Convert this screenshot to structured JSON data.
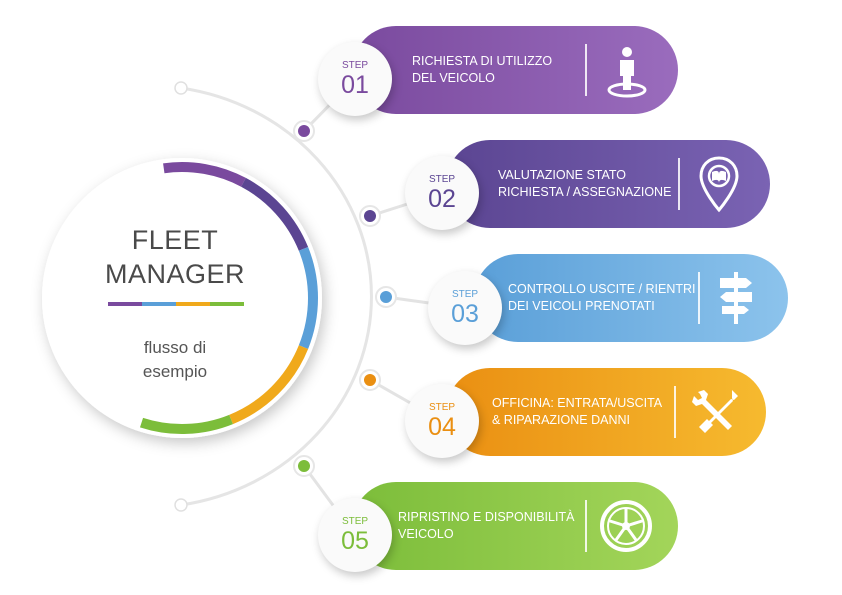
{
  "center": {
    "title_line1": "FLEET",
    "title_line2": "MANAGER",
    "subtitle_line1": "flusso di",
    "subtitle_line2": "esempio"
  },
  "steps": [
    {
      "label": "STEP",
      "number": "01",
      "line1": "RICHIESTA DI UTILIZZO",
      "line2": "DEL VEICOLO",
      "icon": "person-on-spot-icon",
      "color": "#7a4a9e",
      "color_light": "#9a6cbd"
    },
    {
      "label": "STEP",
      "number": "02",
      "line1": "VALUTAZIONE STATO",
      "line2": "RICHIESTA / ASSEGNAZIONE",
      "icon": "map-pin-book-icon",
      "color": "#5b4592",
      "color_light": "#7a63b3"
    },
    {
      "label": "STEP",
      "number": "03",
      "line1": "CONTROLLO USCITE / RIENTRI",
      "line2": "DEI VEICOLI PRENOTATI",
      "icon": "signpost-icon",
      "color": "#5a9fd8",
      "color_light": "#8cc3ec"
    },
    {
      "label": "STEP",
      "number": "04",
      "line1": "OFFICINA: ENTRATA/USCITA",
      "line2": "& RIPARAZIONE DANNI",
      "icon": "wrench-screwdriver-icon",
      "color": "#ea8f12",
      "color_light": "#f6ba2f"
    },
    {
      "label": "STEP",
      "number": "05",
      "line1": "RIPRISTINO E DISPONIBILITÀ",
      "line2": "VEICOLO",
      "icon": "wheel-icon",
      "color": "#7cbd3a",
      "color_light": "#a3d55a"
    }
  ],
  "ring_colors": [
    "#7a4a9e",
    "#5b4592",
    "#5a9fd8",
    "#f0a91b",
    "#7cbd3a"
  ]
}
